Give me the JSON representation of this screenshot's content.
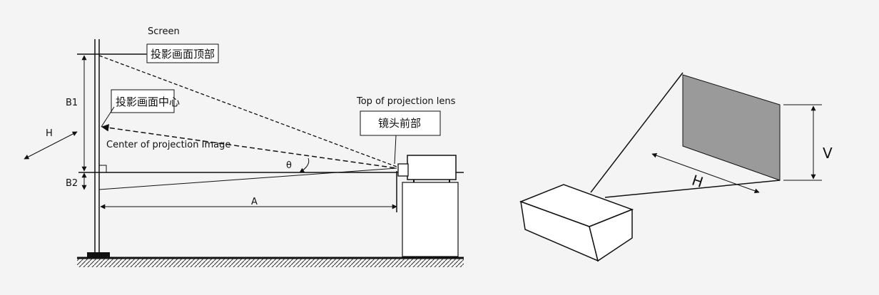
{
  "left_diagram": {
    "screen_label": "Screen",
    "screen_top_label": "投影画面顶部",
    "screen_center_label": "投影画面中心",
    "b1_label": "B1",
    "b2_label": "B2",
    "h_label": "H",
    "center_image_label": "Center of projection Image",
    "top_lens_label": "Top of projection lens",
    "lens_front_label": "镜头前部",
    "theta_label": "θ",
    "a_label": "A"
  },
  "right_diagram": {
    "v_label": "V",
    "h_label": "H",
    "screen_color": "#9a9a9a"
  },
  "colors": {
    "background": "#f4f4f4",
    "line": "#111111"
  }
}
